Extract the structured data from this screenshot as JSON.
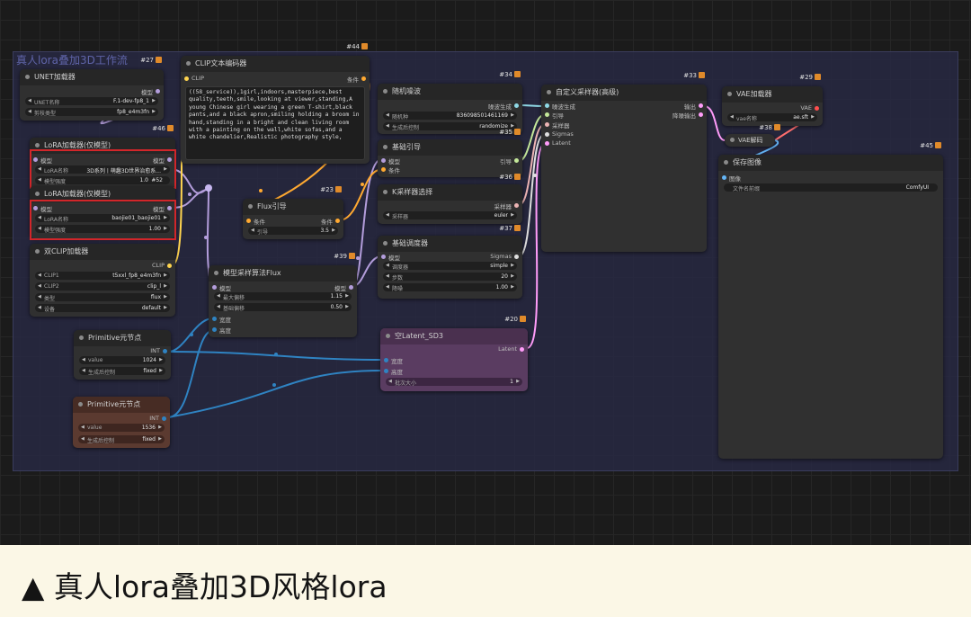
{
  "group": {
    "title": "真人lora叠加3D工作流"
  },
  "nodes": {
    "unet": {
      "id": "#27",
      "title": "UNET加载器",
      "out_model": "模型",
      "w_unet_label": "UNET名称",
      "w_unet_value": "F.1-dev-fp8_1",
      "w_dtype_label": "剪枝类型",
      "w_dtype_value": "fp8_e4m3fn"
    },
    "lora1": {
      "id": "#46",
      "title": "LoRA加载器(仅模型)",
      "in_model": "模型",
      "out_model": "模型",
      "w_name_label": "LoRA名称",
      "w_name_value": "3D系列丨萌趣3D世界治愈系...",
      "w_strength_label": "模型强度",
      "w_strength_value": "1.0",
      "w_strength_tag": "#52"
    },
    "lora2": {
      "title": "LoRA加载器(仅模型)",
      "in_model": "模型",
      "out_model": "模型",
      "w_name_label": "LoRA名称",
      "w_name_value": "baojie01_baojie01",
      "w_strength_label": "模型强度",
      "w_strength_value": "1.00"
    },
    "dualclip": {
      "title": "双CLIP加载器",
      "out_clip": "CLIP",
      "w_clip1_label": "CLIP1",
      "w_clip1_value": "t5xxl_fp8_e4m3fn",
      "w_clip2_label": "CLIP2",
      "w_clip2_value": "clip_l",
      "w_type_label": "类型",
      "w_type_value": "flux",
      "w_device_label": "设备",
      "w_device_value": "default"
    },
    "clipenc": {
      "id": "#44",
      "title": "CLIP文本编码器",
      "in_clip": "CLIP",
      "out_cond": "条件",
      "prompt": "((58_service)),1girl,indoors,masterpiece,best quality,teeth,smile,looking at viewer,standing,A young Chinese girl wearing a green T-shirt,black pants,and a black apron,smiling holding a broom in hand,standing in a bright and clean living room with a painting on the wall,white sofas,and a white chandelier,Realistic photography style,"
    },
    "flux": {
      "id": "#23",
      "title": "Flux引导",
      "in_cond": "条件",
      "out_cond": "条件",
      "w_guide_label": "引导",
      "w_guide_value": "3.5"
    },
    "modelsample": {
      "id": "#39",
      "title": "模型采样算法Flux",
      "in_model": "模型",
      "out_model": "模型",
      "w_maxshift_label": "最大偏移",
      "w_maxshift_value": "1.15",
      "w_baseshift_label": "基础偏移",
      "w_baseshift_value": "0.50",
      "in_width": "宽度",
      "in_height": "高度"
    },
    "prim1": {
      "title": "Primitive元节点",
      "out_int": "INT",
      "w_value_label": "value",
      "w_value_value": "1024",
      "w_ctrl_label": "生成后控制",
      "w_ctrl_value": "fixed"
    },
    "prim2": {
      "title": "Primitive元节点",
      "out_int": "INT",
      "w_value_label": "value",
      "w_value_value": "1536",
      "w_ctrl_label": "生成后控制",
      "w_ctrl_value": "fixed"
    },
    "noise": {
      "id": "#34",
      "title": "随机噪波",
      "out_noise": "噪波生成",
      "w_seed_label": "随机种",
      "w_seed_value": "836098501461169",
      "w_ctrl_label": "生成后控制",
      "w_ctrl_value": "randomize"
    },
    "guider": {
      "id": "#35",
      "title": "基础引导",
      "in_model": "模型",
      "in_cond": "条件",
      "out_guider": "引导"
    },
    "ksampler": {
      "id": "#36",
      "title": "K采样器选择",
      "out_sampler": "采样器",
      "w_sampler_label": "采样器",
      "w_sampler_value": "euler"
    },
    "scheduler": {
      "id": "#37",
      "title": "基础调度器",
      "in_model": "模型",
      "out_sigmas": "Sigmas",
      "w_sched_label": "调度器",
      "w_sched_value": "simple",
      "w_steps_label": "步数",
      "w_steps_value": "20",
      "w_denoise_label": "降噪",
      "w_denoise_value": "1.00"
    },
    "latent": {
      "id": "#20",
      "title": "空Latent_SD3",
      "out_latent": "Latent",
      "in_width": "宽度",
      "in_height": "高度",
      "w_batch_label": "批次大小",
      "w_batch_value": "1"
    },
    "custom": {
      "id": "#33",
      "title": "自定义采样器(高级)",
      "in_noise": "噪波生成",
      "in_guider": "引导",
      "in_sampler": "采样器",
      "in_sigmas": "Sigmas",
      "in_latent": "Latent",
      "out_output": "输出",
      "out_denoised": "降噪输出"
    },
    "vaeload": {
      "id": "#29",
      "title": "VAE加载器",
      "out_vae": "VAE",
      "w_vae_label": "vae名称",
      "w_vae_value": "ae.sft"
    },
    "vaedecode": {
      "id": "#38",
      "title": "VAE解码"
    },
    "save": {
      "id": "#45",
      "title": "保存图像",
      "in_image": "图像",
      "w_prefix_label": "文件名前缀",
      "w_prefix_value": "ComfyUI"
    }
  },
  "colors": {
    "model_wire": "#b39ddb",
    "clip_wire": "#ffd54f",
    "cond_wire": "#ffa931",
    "latent_wire": "#ff9cf9",
    "int_wire": "#2f83c2",
    "highlight": "#d2262a"
  },
  "caption": {
    "text": "▲ 真人lora叠加3D风格lora"
  }
}
